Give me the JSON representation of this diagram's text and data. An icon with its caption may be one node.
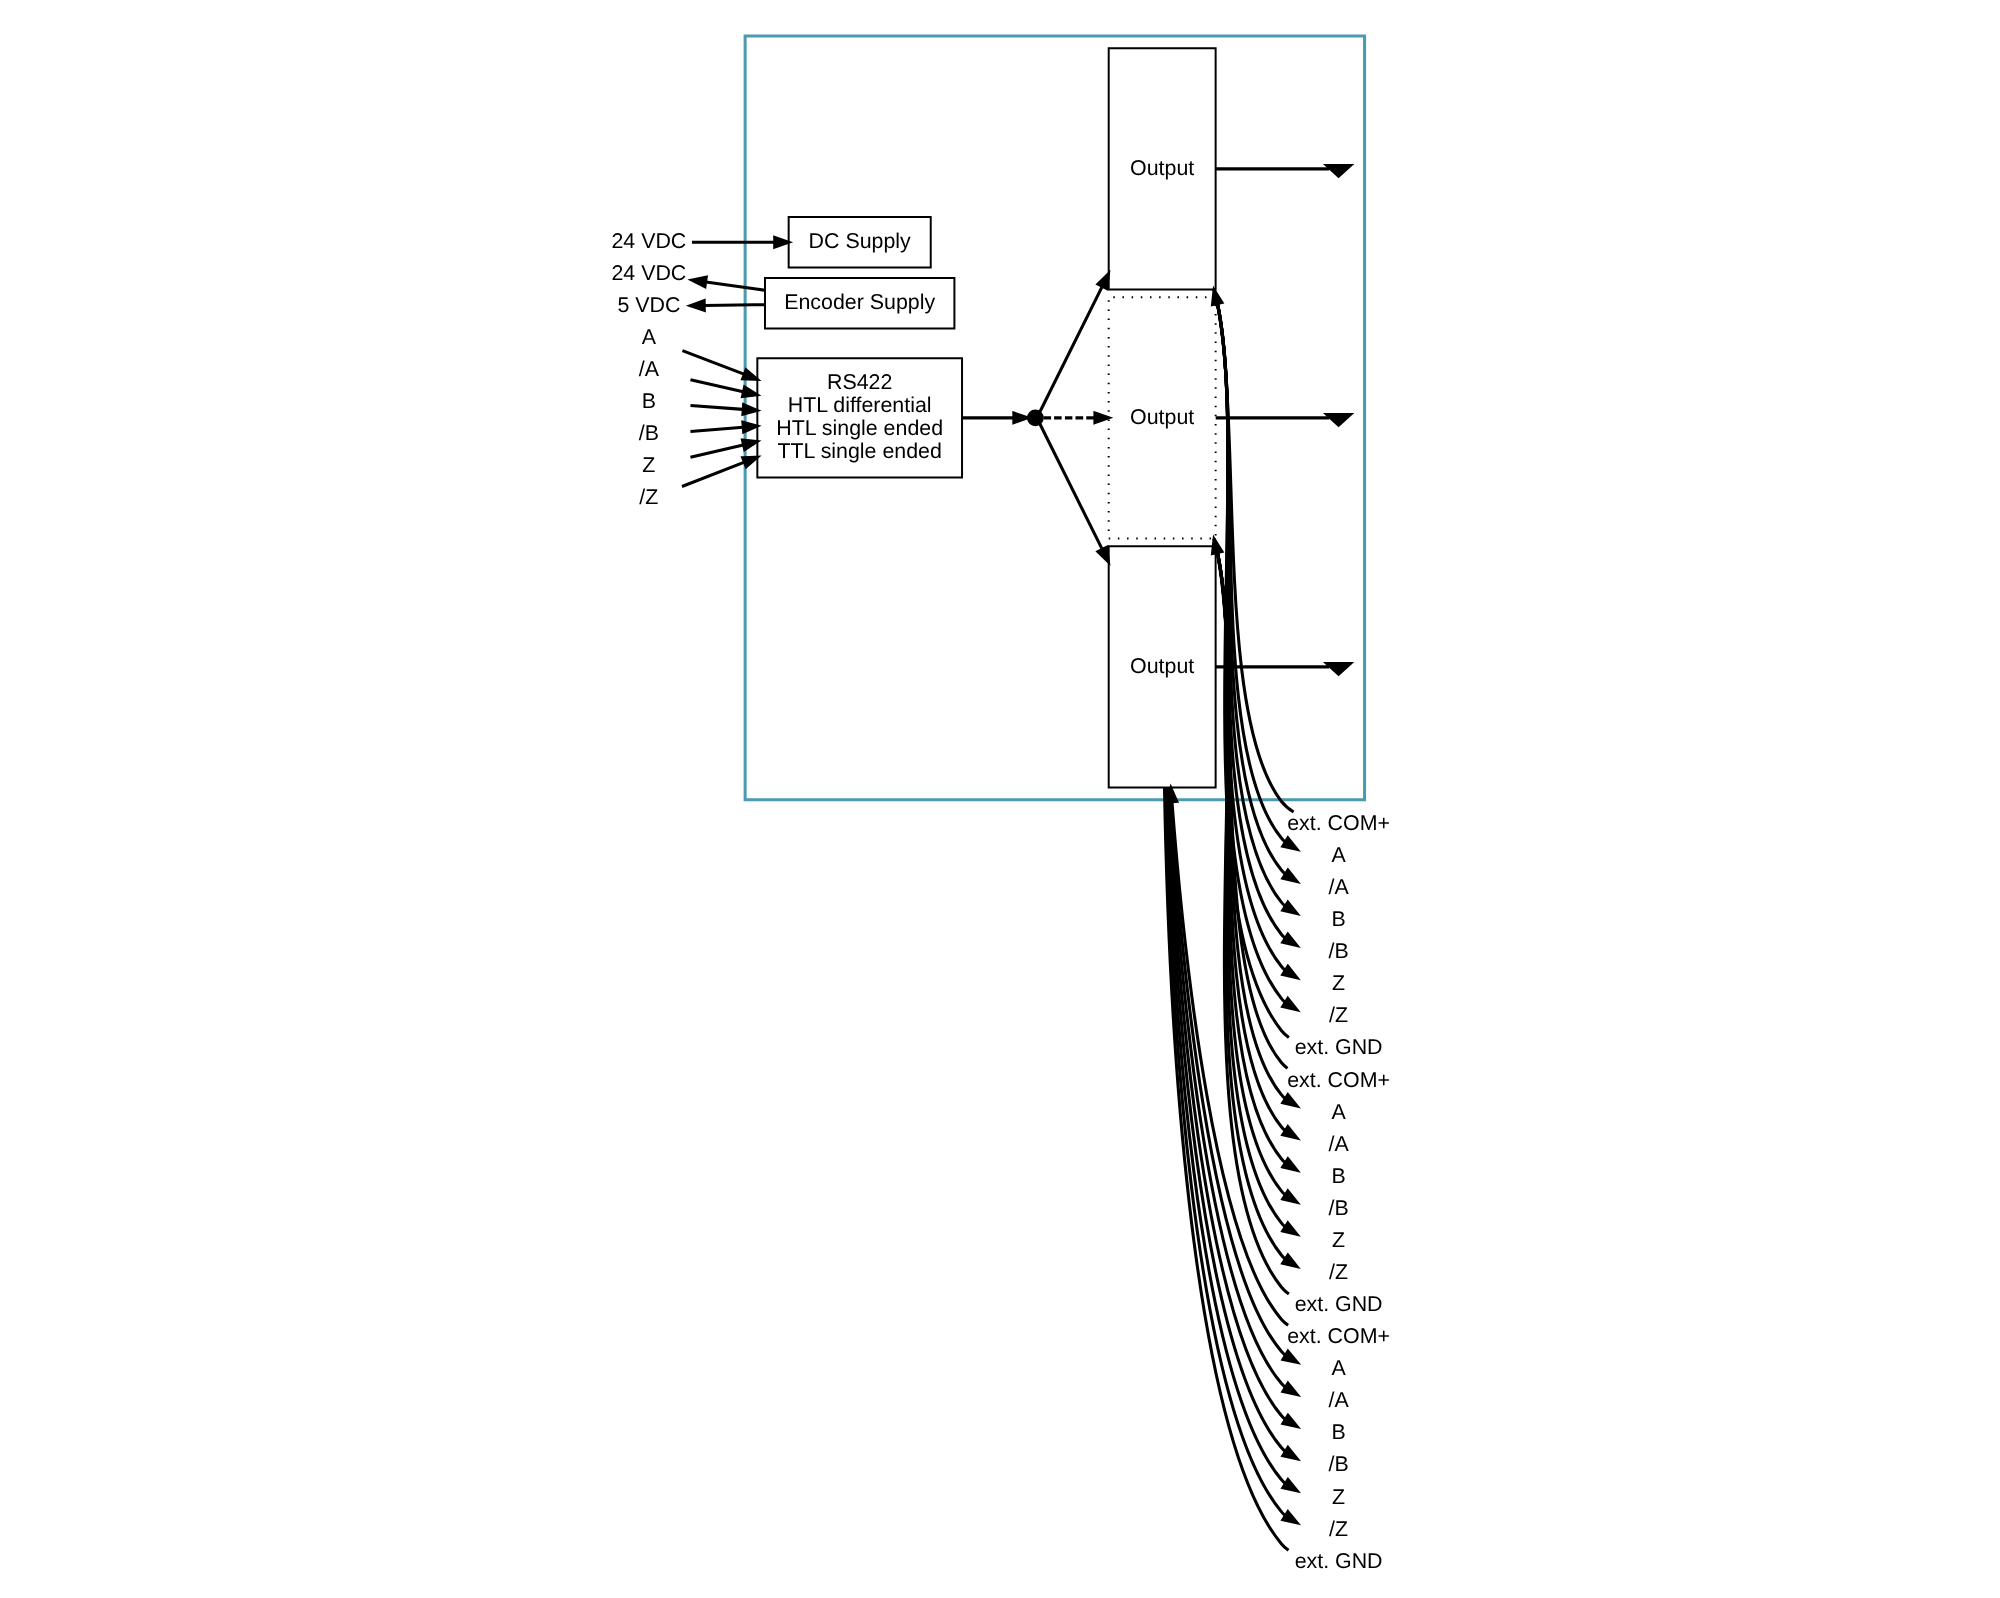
{
  "diagram": {
    "nodes": [
      {
        "text": [],
        "shape": "box"
      },
      {
        "text": [
          "DC Supply"
        ],
        "in": 0
      },
      {
        "text": [
          "Encoder Supply"
        ],
        "in": 0
      },
      {
        "text": [
          "RS422",
          "HTL differential",
          "HTL single ended",
          "TTL single ended"
        ],
        "in": 0
      },
      {
        "text": [],
        "shape": "circle",
        "in": 0
      },
      {
        "text": [
          "Output"
        ],
        "in": 0
      },
      {
        "text": [
          "Output"
        ],
        "in": 0
      },
      {
        "text": [
          "Output"
        ],
        "in": 0
      },
      {
        "text": [
          "24 VDC"
        ]
      },
      {
        "text": [
          "24 VDC"
        ]
      },
      {
        "text": [
          "5 VDC"
        ]
      },
      {
        "text": [
          "A"
        ]
      },
      {
        "text": [
          "/A"
        ]
      },
      {
        "text": [
          "B"
        ]
      },
      {
        "text": [
          "/B"
        ]
      },
      {
        "text": [
          "Z"
        ]
      },
      {
        "text": [
          "/Z"
        ]
      },
      {
        "text": [
          "ext. COM+"
        ]
      },
      {
        "text": [
          "A"
        ]
      },
      {
        "text": [
          "/A"
        ]
      },
      {
        "text": [
          "B"
        ]
      },
      {
        "text": [
          "/B"
        ]
      },
      {
        "text": [
          "Z"
        ]
      },
      {
        "text": [
          "/Z"
        ]
      },
      {
        "text": [
          "ext. GND"
        ]
      },
      {
        "text": [],
        "shape": "ground",
        "in": 0
      },
      {
        "text": [
          "ext. COM+"
        ]
      },
      {
        "text": [
          "A"
        ]
      },
      {
        "text": [
          "/A"
        ]
      },
      {
        "text": [
          "B"
        ]
      },
      {
        "text": [
          "/B"
        ]
      },
      {
        "text": [
          "Z"
        ]
      },
      {
        "text": [
          "/Z"
        ]
      },
      {
        "text": [
          "ext. GND"
        ]
      },
      {
        "text": [],
        "shape": "ground",
        "in": 0
      },
      {
        "text": [
          "ext. COM+"
        ]
      },
      {
        "text": [
          "A"
        ]
      },
      {
        "text": [
          "/A"
        ]
      },
      {
        "text": [
          "B"
        ]
      },
      {
        "text": [
          "/B"
        ]
      },
      {
        "text": [
          "Z"
        ]
      },
      {
        "text": [
          "/Z"
        ]
      },
      {
        "text": [
          "ext. GND"
        ]
      },
      {
        "text": [],
        "shape": "ground",
        "in": 0
      }
    ],
    "edges": [
      {
        "from": 8,
        "to": 1,
        "arrow": "to"
      },
      {
        "from": 2,
        "to": 9,
        "arrow": "to"
      },
      {
        "from": 2,
        "to": 10,
        "arrow": "to"
      },
      {
        "from": 11,
        "to": 3,
        "arrow": "to"
      },
      {
        "from": 12,
        "to": 3,
        "arrow": "to"
      },
      {
        "from": 13,
        "to": 3,
        "arrow": "to"
      },
      {
        "from": 14,
        "to": 3,
        "arrow": "to"
      },
      {
        "from": 15,
        "to": 3,
        "arrow": "to"
      },
      {
        "from": 16,
        "to": 3,
        "arrow": "to"
      },
      {
        "from": 3,
        "to": 4,
        "arrow": "to"
      },
      {
        "from": 4,
        "to": 5,
        "arrow": "to"
      },
      {
        "from": 4,
        "to": 6,
        "arrow": "to",
        "style": "dashed"
      },
      {
        "from": 4,
        "to": 7,
        "arrow": "to"
      },
      {
        "from": 17,
        "to": 5,
        "arrow": "to"
      },
      {
        "from": 5,
        "to": 18,
        "arrow": "to"
      },
      {
        "from": 5,
        "to": 19,
        "arrow": "to"
      },
      {
        "from": 5,
        "to": 20,
        "arrow": "to"
      },
      {
        "from": 5,
        "to": 21,
        "arrow": "to"
      },
      {
        "from": 5,
        "to": 22,
        "arrow": "to"
      },
      {
        "from": 5,
        "to": 23,
        "arrow": "to"
      },
      {
        "from": 5,
        "to": 24,
        "arrow": "none"
      },
      {
        "from": 5,
        "to": 25,
        "arrow": "none"
      },
      {
        "from": 26,
        "to": 6,
        "arrow": "to"
      },
      {
        "from": 6,
        "to": 27,
        "arrow": "to"
      },
      {
        "from": 6,
        "to": 28,
        "arrow": "to"
      },
      {
        "from": 6,
        "to": 29,
        "arrow": "to"
      },
      {
        "from": 6,
        "to": 30,
        "arrow": "to"
      },
      {
        "from": 6,
        "to": 31,
        "arrow": "to"
      },
      {
        "from": 6,
        "to": 32,
        "arrow": "to"
      },
      {
        "from": 6,
        "to": 33,
        "arrow": "none"
      },
      {
        "from": 6,
        "to": 34,
        "arrow": "none"
      },
      {
        "from": 35,
        "to": 7,
        "arrow": "to"
      },
      {
        "from": 7,
        "to": 36,
        "arrow": "to"
      },
      {
        "from": 7,
        "to": 37,
        "arrow": "to"
      },
      {
        "from": 7,
        "to": 38,
        "arrow": "to"
      },
      {
        "from": 7,
        "to": 39,
        "arrow": "to"
      },
      {
        "from": 7,
        "to": 40,
        "arrow": "to"
      },
      {
        "from": 7,
        "to": 41,
        "arrow": "to"
      },
      {
        "from": 7,
        "to": 42,
        "arrow": "none"
      },
      {
        "from": 7,
        "to": 43,
        "arrow": "none"
      }
    ]
  }
}
